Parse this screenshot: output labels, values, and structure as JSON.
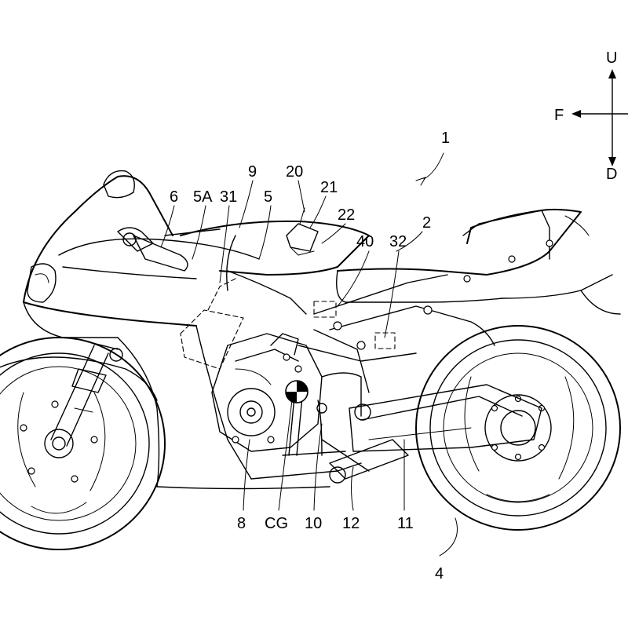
{
  "figure": {
    "ref_main": "1",
    "labels": {
      "l2": "2",
      "l4": "4",
      "l5": "5",
      "l5a": "5A",
      "l6": "6",
      "l8": "8",
      "l9": "9",
      "l10": "10",
      "l11": "11",
      "l12": "12",
      "l20": "20",
      "l21": "21",
      "l22": "22",
      "l31": "31",
      "l32": "32",
      "l40": "40",
      "lcg": "CG"
    },
    "directions": {
      "up": "U",
      "down": "D",
      "front": "F"
    }
  }
}
